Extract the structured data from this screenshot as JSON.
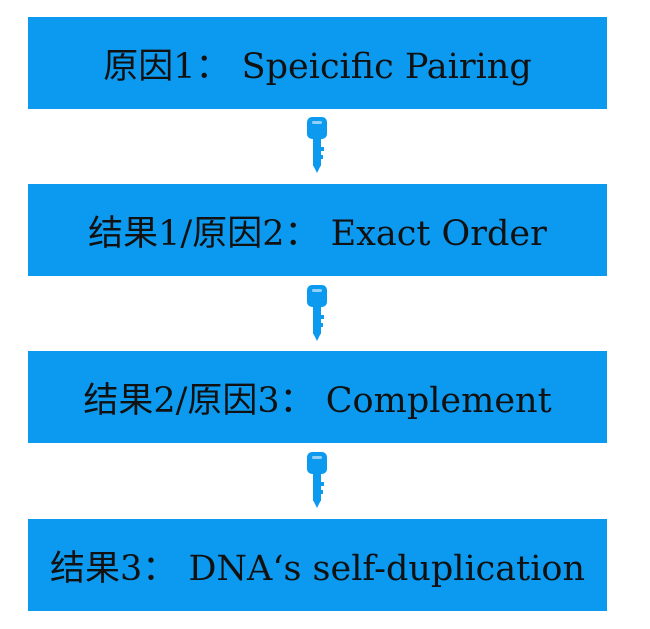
{
  "colors": {
    "box_fill": "#0C9AF1",
    "connector": "#0C9AF1",
    "text": "#111111"
  },
  "steps": [
    {
      "label": "原因1： Speicific Pairing"
    },
    {
      "label": "结果1/原因2： Exact Order"
    },
    {
      "label": "结果2/原因3： Complement"
    },
    {
      "label": "结果3： DNA‘s self-duplication"
    }
  ],
  "connectors": [
    {
      "icon": "key-icon"
    },
    {
      "icon": "key-icon"
    },
    {
      "icon": "key-icon"
    }
  ]
}
